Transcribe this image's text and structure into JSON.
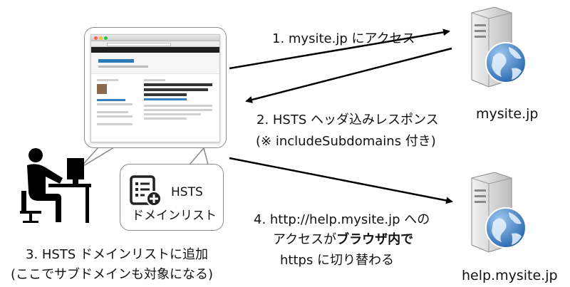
{
  "steps": {
    "step1": "1. mysite.jp にアクセス",
    "step2_line1": "2. HSTS ヘッダ込みレスポンス",
    "step2_line2": "(※ includeSubdomains 付き)",
    "step3_line1": "3. HSTS ドメインリストに追加",
    "step3_line2": "(ここでサブドメインも対象になる)",
    "step4_line1": "4. http://help.mysite.jp への",
    "step4_line2_pre": "アクセスが",
    "step4_line2_bold": "ブラウザ内で",
    "step4_line3": "https に切り替わる"
  },
  "hsts_list": {
    "label_line1": "HSTS",
    "label_line2": "ドメインリスト",
    "icon": "list-add-icon"
  },
  "servers": [
    {
      "name": "mysite.jp",
      "icon": "server-globe-icon"
    },
    {
      "name": "help.mysite.jp",
      "icon": "server-globe-icon"
    }
  ],
  "user": {
    "icon": "person-at-computer-icon"
  },
  "browser_thumbnail": {
    "icon": "browser-window-icon"
  },
  "colors": {
    "arrow": "#000000",
    "bubble_border": "#8a8a8a",
    "globe": "#2f6fb5",
    "server_body": "#d8d8d8"
  }
}
